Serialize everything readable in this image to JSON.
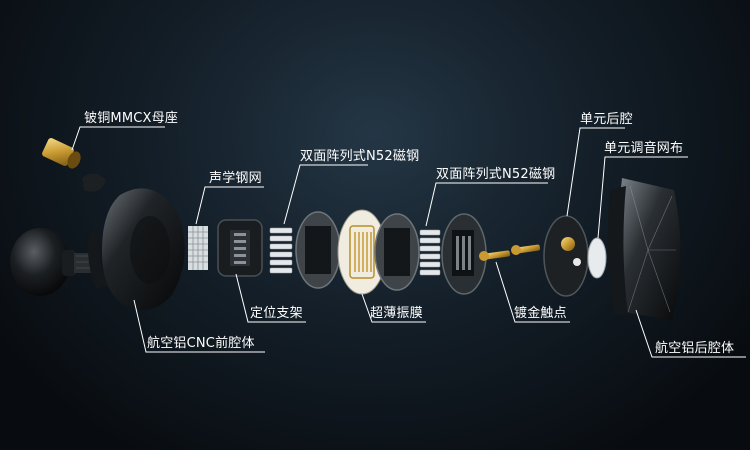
{
  "diagram": {
    "labels": {
      "mmcx": "铍铜MMCX母座",
      "acoustic_mesh": "声学钢网",
      "magnet_left": "双面阵列式N52磁钢",
      "magnet_right": "双面阵列式N52磁钢",
      "rear_cavity": "单元后腔",
      "tuning_mesh": "单元调音网布",
      "positioning_bracket": "定位支架",
      "diaphragm": "超薄振膜",
      "gold_contacts": "镀金触点",
      "front_shell": "航空铝CNC前腔体",
      "back_shell": "航空铝后腔体"
    }
  }
}
